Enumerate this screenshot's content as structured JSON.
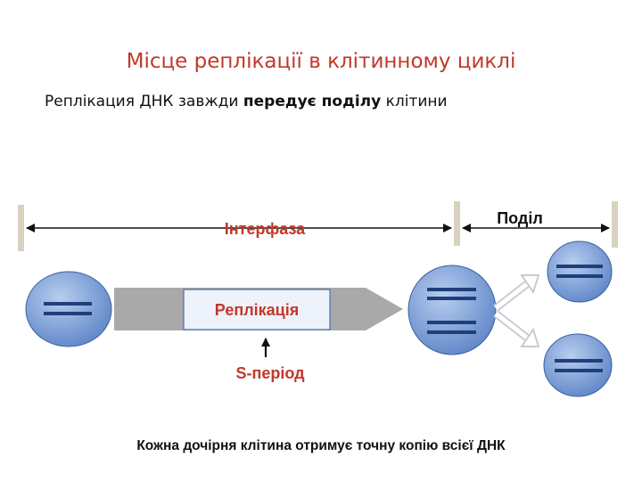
{
  "title": "Місце реплікації в клітинному циклі",
  "subtitle": {
    "before": "Реплікация ДНК завжди ",
    "bold": "передує поділу",
    "after": " клітини"
  },
  "labels": {
    "interphase": "Інтерфаза",
    "division": "Поділ",
    "replication": "Реплікація",
    "s_period": "S-період"
  },
  "footer": "Кожна дочірня клітина отримує точну копію всієї ДНК",
  "colors": {
    "red_text": "#c0392b",
    "cell_fill": "#7a9fd6",
    "chromosome": "#1f3f7a",
    "band": "#a9a9a9",
    "box_border": "#4a6fb0",
    "marker": "#d8d2c0"
  }
}
